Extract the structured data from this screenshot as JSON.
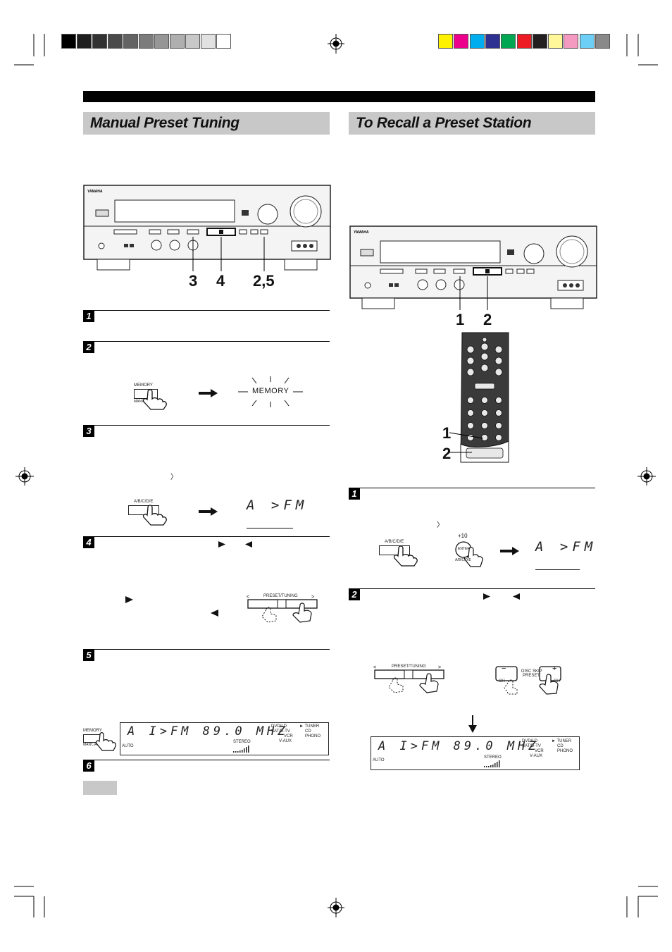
{
  "colors": {
    "grayscale": [
      "#000000",
      "#1e1e1e",
      "#323232",
      "#4a4a4a",
      "#636363",
      "#7c7c7c",
      "#969696",
      "#afafaf",
      "#c8c8c8",
      "#e1e1e1",
      "#ffffff"
    ],
    "process": [
      "#fff200",
      "#ec008c",
      "#00aeef",
      "#2e3192",
      "#00a651",
      "#ed1c24",
      "#231f20",
      "#fff799",
      "#f49ac1",
      "#6dcff6",
      "#898989"
    ],
    "title_bg": "#c8c8c8"
  },
  "left": {
    "title": "Manual Preset Tuning",
    "callouts": [
      "3",
      "4",
      "2,5"
    ],
    "steps": [
      "1",
      "2",
      "3",
      "4",
      "5",
      "6"
    ],
    "memory_button_label": "MEMORY",
    "memory_sub_label": "MAN'L/AUTO FM",
    "memory_indicator": "MEMORY",
    "abcde_label": "A/B/C/D/E",
    "preset_label": "PRESET/TUNING",
    "lcd_small": "A >FM",
    "lcd_full": "A I>FM 89.0 MHZ",
    "lcd_auto": "AUTO",
    "lcd_stereo": "STEREO",
    "lcd_inputs_left": [
      "DVD/LD",
      "SAT/D-TV",
      "VCR",
      "V-AUX"
    ],
    "lcd_inputs_right": [
      "TUNER",
      "CD",
      "PHONO"
    ],
    "chevron": "〉"
  },
  "right": {
    "title": "To Recall a Preset Station",
    "callouts_unit": [
      "1",
      "2"
    ],
    "callouts_remote": [
      "1",
      "2"
    ],
    "steps": [
      "1",
      "2"
    ],
    "abcde_label": "A/B/C/D/E",
    "enter_top": "+10",
    "enter_label": "ENTER",
    "enter_sub": "A/B/C/D/E",
    "preset_label": "PRESET/TUNING",
    "disc_skip": "DISC SKIP",
    "disc_skip_preset": "PRESET",
    "ch_label": "CH",
    "minus": "−",
    "plus": "+",
    "lcd_small": "A >FM",
    "lcd_full": "A I>FM 89.0 MHZ",
    "lcd_auto": "AUTO",
    "lcd_stereo": "STEREO",
    "lcd_inputs_left": [
      "DVD/LD",
      "SAT/D-TV",
      "VCR",
      "V-AUX"
    ],
    "lcd_inputs_right": [
      "TUNER",
      "CD",
      "PHONO"
    ],
    "chevron": "〉"
  },
  "brand": "YAMAHA"
}
